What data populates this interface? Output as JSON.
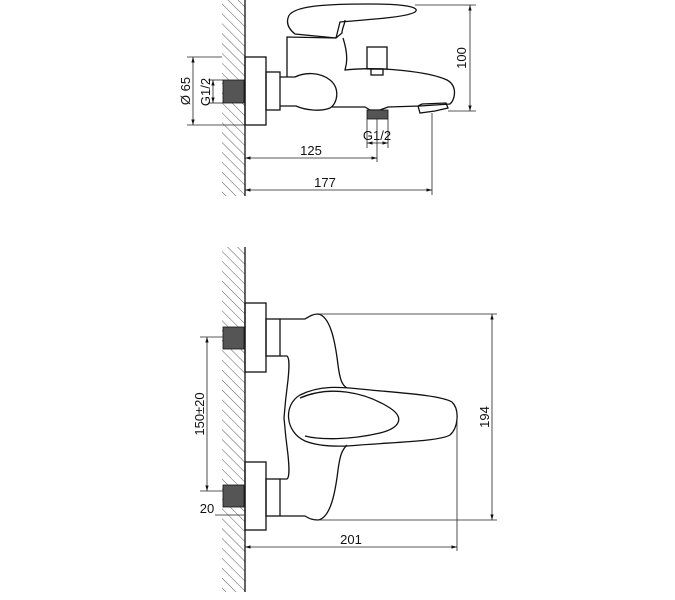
{
  "side_view": {
    "dim_diameter": "Ø 65",
    "dim_inlet_thread": "G1/2",
    "dim_outlet_thread": "G1/2",
    "dim_outlet_distance": "125",
    "dim_total_depth": "177",
    "dim_height": "100"
  },
  "front_view": {
    "dim_center_distance": "150±20",
    "dim_thread_length": "20",
    "dim_width": "194",
    "dim_depth": "201"
  }
}
